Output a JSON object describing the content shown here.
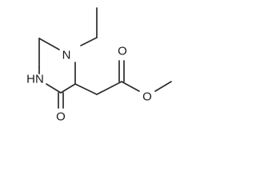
{
  "molecule": {
    "atoms": {
      "n1": "N",
      "nh": "HN",
      "o_ketone": "O",
      "o_carbonyl": "O",
      "o_ester": "O"
    }
  }
}
